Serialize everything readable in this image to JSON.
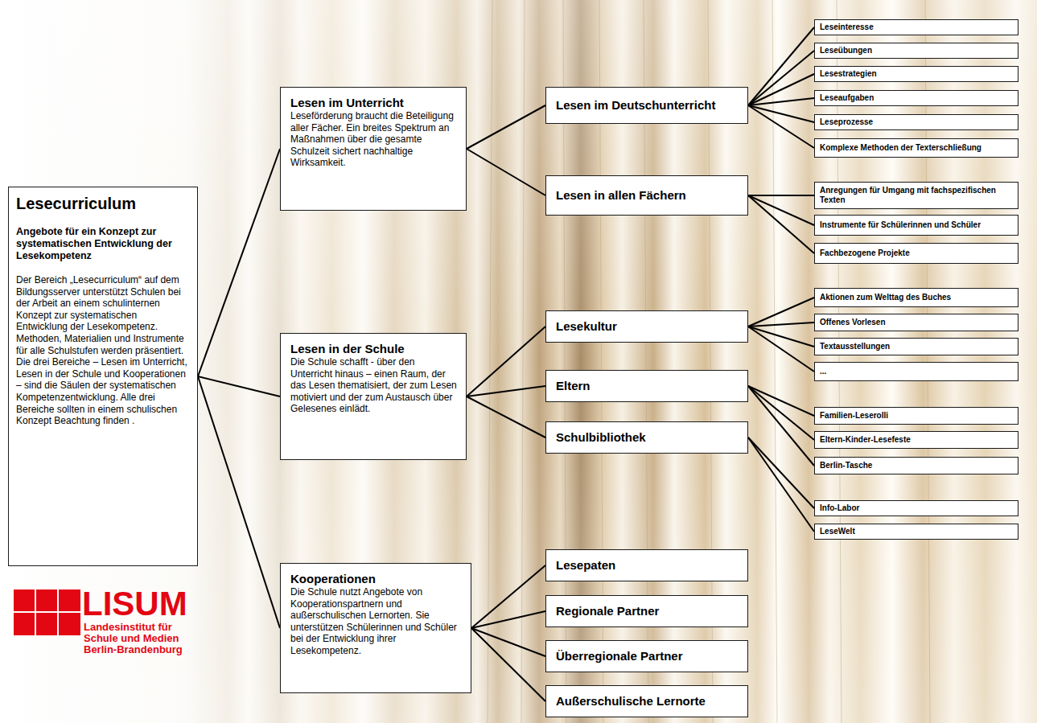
{
  "diagram": {
    "nodes": [
      {
        "text": [
          "Lesecurriculum",
          "Angebote für ein Konzept zur systematischen Entwicklung der Lesekompetenz",
          "Der Bereich „Lesecurriculum“ auf dem Bildungsserver unterstützt Schulen bei der Arbeit an einem schulinternen Konzept zur systematischen Entwicklung der Lesekompetenz. Methoden, Materialien und Instrumente für alle Schulstufen werden präsentiert. Die drei Bereiche – Lesen im Unterricht, Lesen in der Schule und Kooperationen – sind die Säulen der systematischen Kompetenzentwicklung. Alle drei Bereiche sollten in einem schulischen Konzept Beachtung finden ."
        ]
      },
      {
        "text": [
          "Lesen im Unterricht",
          "Leseförderung braucht die Beteiligung aller Fächer. Ein breites Spektrum an Maßnahmen über die gesamte Schulzeit sichert nachhaltige Wirksamkeit."
        ]
      },
      {
        "text": [
          "Lesen in der Schule",
          "Die Schule schafft - über den Unterricht hinaus – einen Raum, der das Lesen thematisiert, der zum Lesen motiviert und der zum Austausch über Gelesenes einlädt."
        ]
      },
      {
        "text": [
          "Kooperationen",
          "Die Schule nutzt Angebote von Kooperationspartnern und außerschulischen Lernorten. Sie unterstützen Schülerinnen und Schüler bei der Entwicklung ihrer Lesekompetenz."
        ]
      },
      {
        "text": [
          "Lesen im Deutschunterricht"
        ]
      },
      {
        "text": [
          "Lesen in allen Fächern"
        ]
      },
      {
        "text": [
          "Lesekultur"
        ]
      },
      {
        "text": [
          "Eltern"
        ]
      },
      {
        "text": [
          "Schulbibliothek"
        ]
      },
      {
        "text": [
          "Lesepaten"
        ]
      },
      {
        "text": [
          "Regionale Partner"
        ]
      },
      {
        "text": [
          "Überregionale Partner"
        ]
      },
      {
        "text": [
          "Außerschulische Lernorte"
        ]
      },
      {
        "text": [
          "Leseinteresse"
        ]
      },
      {
        "text": [
          "Leseübungen"
        ]
      },
      {
        "text": [
          "Lesestrategien"
        ]
      },
      {
        "text": [
          "Leseaufgaben"
        ]
      },
      {
        "text": [
          "Leseprozesse"
        ]
      },
      {
        "text": [
          "Komplexe Methoden der Texterschließung"
        ]
      },
      {
        "text": [
          "Anregungen für Umgang mit fachspezifischen Texten"
        ]
      },
      {
        "text": [
          "Instrumente für Schülerinnen und Schüler"
        ]
      },
      {
        "text": [
          "Fachbezogene Projekte"
        ]
      },
      {
        "text": [
          "Aktionen zum Welttag des Buches"
        ]
      },
      {
        "text": [
          "Offenes Vorlesen"
        ]
      },
      {
        "text": [
          "Textausstellungen"
        ]
      },
      {
        "text": [
          "..."
        ]
      },
      {
        "text": [
          "Familien-Leserolli"
        ]
      },
      {
        "text": [
          "Eltern-Kinder-Lesefeste"
        ]
      },
      {
        "text": [
          "Berlin-Tasche"
        ]
      },
      {
        "text": [
          "Info-Labor"
        ]
      },
      {
        "text": [
          "LeseWelt"
        ]
      }
    ],
    "edges": [
      {
        "from": 0,
        "to": 1,
        "arrow": "none"
      },
      {
        "from": 0,
        "to": 2,
        "arrow": "none"
      },
      {
        "from": 0,
        "to": 3,
        "arrow": "none"
      },
      {
        "from": 1,
        "to": 4,
        "arrow": "none"
      },
      {
        "from": 1,
        "to": 5,
        "arrow": "none"
      },
      {
        "from": 2,
        "to": 6,
        "arrow": "none"
      },
      {
        "from": 2,
        "to": 7,
        "arrow": "none"
      },
      {
        "from": 2,
        "to": 8,
        "arrow": "none"
      },
      {
        "from": 3,
        "to": 9,
        "arrow": "none"
      },
      {
        "from": 3,
        "to": 10,
        "arrow": "none"
      },
      {
        "from": 3,
        "to": 11,
        "arrow": "none"
      },
      {
        "from": 3,
        "to": 12,
        "arrow": "none"
      },
      {
        "from": 4,
        "to": 13,
        "arrow": "none"
      },
      {
        "from": 4,
        "to": 14,
        "arrow": "none"
      },
      {
        "from": 4,
        "to": 15,
        "arrow": "none"
      },
      {
        "from": 4,
        "to": 16,
        "arrow": "none"
      },
      {
        "from": 4,
        "to": 17,
        "arrow": "none"
      },
      {
        "from": 4,
        "to": 18,
        "arrow": "none"
      },
      {
        "from": 5,
        "to": 19,
        "arrow": "none"
      },
      {
        "from": 5,
        "to": 20,
        "arrow": "none"
      },
      {
        "from": 5,
        "to": 21,
        "arrow": "none"
      },
      {
        "from": 6,
        "to": 22,
        "arrow": "none"
      },
      {
        "from": 6,
        "to": 23,
        "arrow": "none"
      },
      {
        "from": 6,
        "to": 24,
        "arrow": "none"
      },
      {
        "from": 6,
        "to": 25,
        "arrow": "none"
      },
      {
        "from": 7,
        "to": 26,
        "arrow": "none"
      },
      {
        "from": 7,
        "to": 27,
        "arrow": "none"
      },
      {
        "from": 7,
        "to": 28,
        "arrow": "none"
      },
      {
        "from": 8,
        "to": 29,
        "arrow": "none"
      },
      {
        "from": 8,
        "to": 30,
        "arrow": "none"
      }
    ],
    "labels": [
      "LISUM",
      "Landesinstitut für Schule und Medien Berlin-Brandenburg"
    ]
  }
}
